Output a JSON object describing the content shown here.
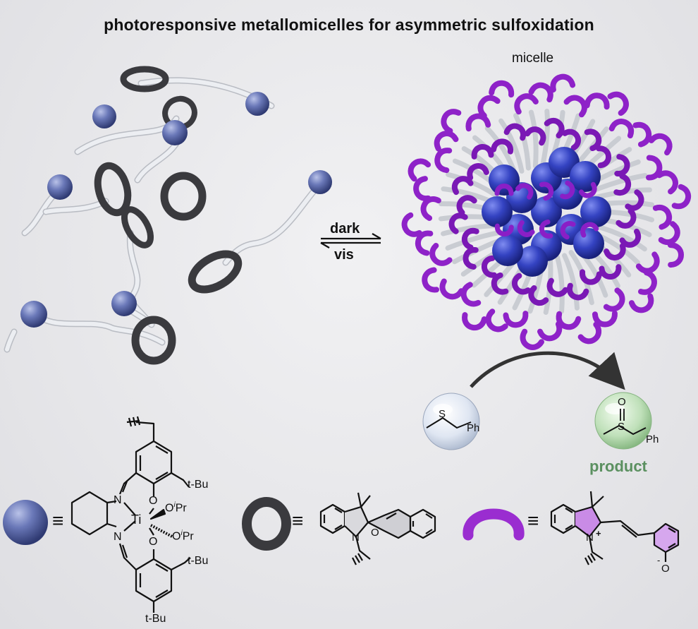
{
  "title": "photoresponsive metallomicelles for asymmetric sulfoxidation",
  "micelle_label": "micelle",
  "equilibrium": {
    "forward": "dark",
    "reverse": "vis"
  },
  "substrate": {
    "S": "S",
    "Ph": "Ph"
  },
  "product": {
    "O": "O",
    "S": "S",
    "Ph": "Ph",
    "label": "product"
  },
  "ti_complex": {
    "tBu1": "t-Bu",
    "tBu2": "t-Bu",
    "tBu3": "t-Bu",
    "Ti": "Ti",
    "N1": "N",
    "N2": "N",
    "O1": "O",
    "O2": "O",
    "OiPr1_O": "O",
    "OiPr1_i": "i",
    "OiPr1_Pr": "Pr",
    "OiPr2_O": "O",
    "OiPr2_i": "i",
    "OiPr2_Pr": "Pr"
  },
  "spiropyran": {
    "N": "N",
    "O": "O"
  },
  "merocyanine": {
    "N": "N",
    "plus": "+",
    "O": "O",
    "minus": "-"
  },
  "equiv_symbol": "≡",
  "colors": {
    "ball": "#5a6aa8",
    "ring": "#3a3a3e",
    "chain": "#d8dadf",
    "purple": "#8e22c8",
    "core_blue": "#2d3ab0",
    "product_green": "#4f8c5a"
  }
}
